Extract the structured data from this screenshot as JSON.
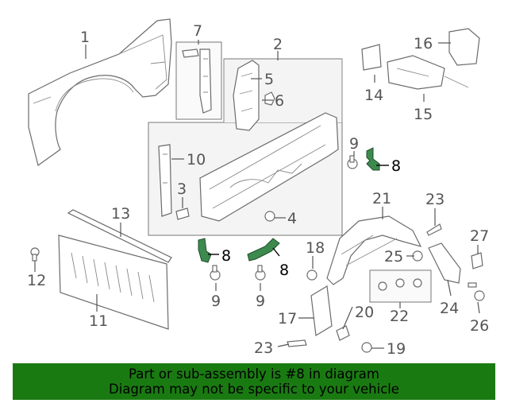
{
  "highlight_color": "#1a7a12",
  "bracket_color": "#3d8a4e",
  "callouts": {
    "c1": "1",
    "c2": "2",
    "c3": "3",
    "c4": "4",
    "c5": "5",
    "c6": "6",
    "c7": "7",
    "c8a": "8",
    "c8b": "8",
    "c8c": "8",
    "c9a": "9",
    "c9b": "9",
    "c9c": "9",
    "c10": "10",
    "c11": "11",
    "c12": "12",
    "c13": "13",
    "c14": "14",
    "c15": "15",
    "c16": "16",
    "c17": "17",
    "c18": "18",
    "c19": "19",
    "c20": "20",
    "c21": "21",
    "c22": "22",
    "c23a": "23",
    "c23b": "23",
    "c24": "24",
    "c25": "25",
    "c26": "26",
    "c27": "27"
  },
  "banner": {
    "line1": "Part or sub-assembly is #8 in diagram",
    "line2": "Diagram may not be specific to your vehicle"
  }
}
